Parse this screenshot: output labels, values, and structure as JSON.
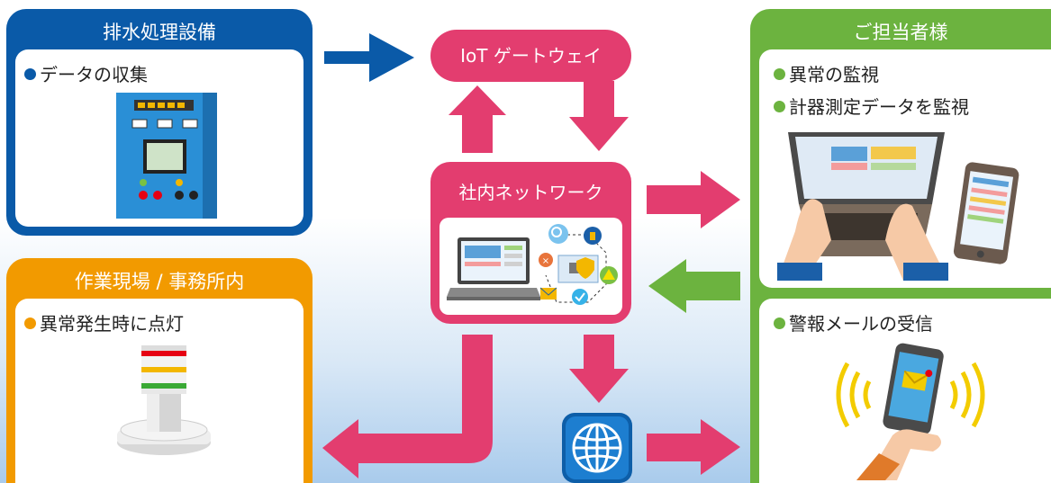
{
  "colors": {
    "blue": "#0a5aa8",
    "orange": "#f29a00",
    "green": "#6cb33f",
    "pink": "#e33d6f"
  },
  "drainage": {
    "title": "排水処理設備",
    "items": [
      "データの収集"
    ]
  },
  "site": {
    "title": "作業現場 / 事務所内",
    "items": [
      "異常発生時に点灯"
    ]
  },
  "gateway": {
    "label": "IoT ゲートウェイ"
  },
  "network": {
    "title": "社内ネットワーク"
  },
  "person": {
    "title": "ご担当者様",
    "items": [
      "異常の監視",
      "計器測定データを監視"
    ]
  },
  "mail": {
    "items": [
      "警報メールの受信"
    ]
  },
  "icons": [
    "control-panel-icon",
    "signal-tower-icon",
    "laptop-icon",
    "security-network-icon",
    "globe-icon",
    "tablet-icon",
    "smartphone-mail-icon"
  ]
}
